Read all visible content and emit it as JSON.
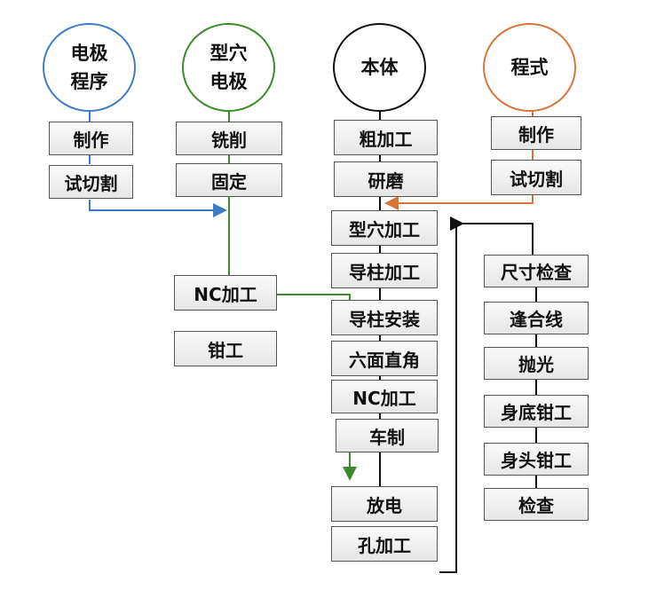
{
  "colors": {
    "blue": "#3b7dc4",
    "green": "#3d8a2c",
    "black": "#111111",
    "orange": "#d9743a"
  },
  "circles": {
    "electrode_program": {
      "line1": "电极",
      "line2": "程序",
      "color": "#3b7dc4"
    },
    "cavity_electrode": {
      "line1": "型穴",
      "line2": "电极",
      "color": "#3d8a2c"
    },
    "body": {
      "line1": "本体",
      "color": "#111111"
    },
    "program": {
      "line1": "程式",
      "color": "#d9743a"
    }
  },
  "electrode_program_steps": [
    "制作",
    "试切割"
  ],
  "cavity_electrode_steps": [
    "铣削",
    "固定"
  ],
  "nc_machining": "NC加工",
  "fitter": "钳工",
  "program_steps": [
    "制作",
    "试切割"
  ],
  "body_steps": [
    "粗加工",
    "研磨",
    "型穴加工",
    "导柱加工",
    "导柱安装",
    "六面直角",
    "NC加工",
    "车制",
    "放电",
    "孔加工"
  ],
  "finish_steps": [
    "尺寸检查",
    "逢合线",
    "抛光",
    "身底钳工",
    "身头钳工",
    "检查"
  ]
}
